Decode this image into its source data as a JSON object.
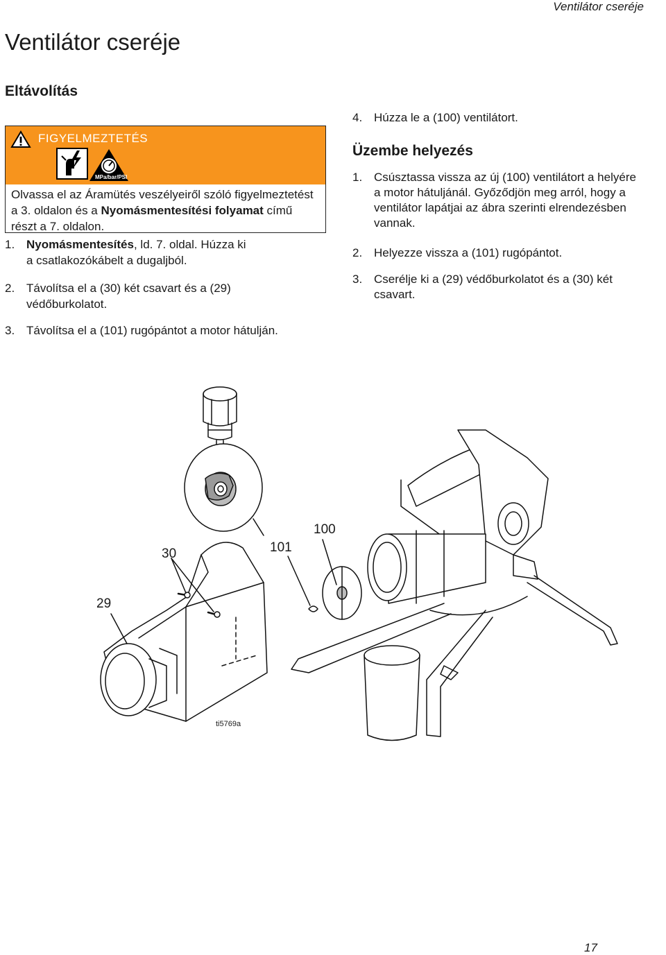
{
  "header": {
    "running_title": "Ventilátor cseréje"
  },
  "title": "Ventilátor cseréje",
  "removal": {
    "heading": "Eltávolítás",
    "warning": {
      "label": "FIGYELMEZTETÉS",
      "gauge_label": "MPa/bar/PSI",
      "text_1": "Olvassa el az Áramütés veszélyeiről szóló figyelmeztetést a 3. oldalon és a ",
      "text_bold": "Nyomásmentesítési folyamat",
      "text_2": " című részt a 7. oldalon."
    },
    "steps": [
      {
        "num": "1.",
        "bold": "Nyomásmentesítés",
        "rest": ", ld. 7. oldal. Húzza ki",
        "line2": "a csatlakozókábelt a dugaljból."
      },
      {
        "num": "2.",
        "line1": "Távolítsa el a (30) két csavart és a (29)",
        "line2": "védőburkolatot."
      },
      {
        "num": "3.",
        "line1": "Távolítsa el a (101) rugópántot a motor hátulján."
      }
    ]
  },
  "removal_step4": {
    "num": "4.",
    "text": "Húzza le a (100) ventilátort."
  },
  "install": {
    "heading": "Üzembe helyezés",
    "steps": [
      {
        "num": "1.",
        "lines": [
          "Csúsztassa vissza az új (100) ventilátort a helyére",
          "a motor hátuljánál. Győződjön meg arról, hogy a",
          "ventilátor lapátjai az ábra szerinti elrendezésben",
          "vannak."
        ]
      },
      {
        "num": "2.",
        "lines": [
          "Helyezze vissza a (101) rugópántot."
        ]
      },
      {
        "num": "3.",
        "lines": [
          "Cserélje ki a (29) védőburkolatot és a (30) két",
          "csavart."
        ]
      }
    ]
  },
  "figure": {
    "callouts": {
      "c29": "29",
      "c30": "30",
      "c101": "101",
      "c100": "100"
    },
    "id": "ti5769a"
  },
  "page_number": "17",
  "colors": {
    "warning_orange": "#f7941d",
    "gray_part": "#9a9a9a"
  }
}
